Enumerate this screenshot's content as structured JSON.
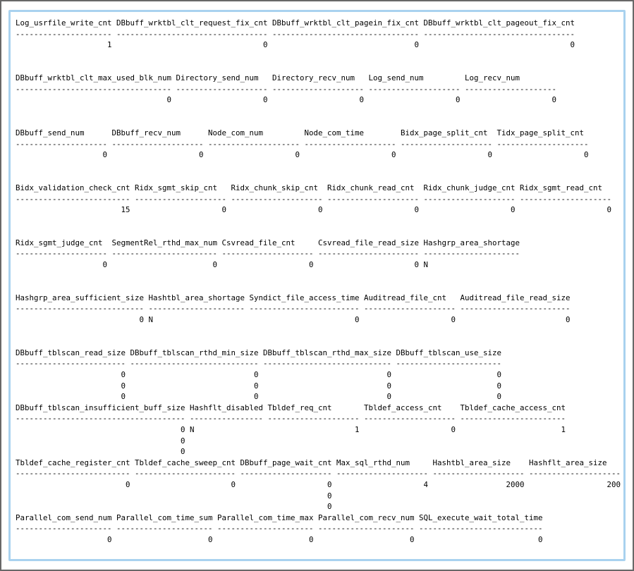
{
  "colors": {
    "window_border": "#686868",
    "console_border": "#a9d2ef",
    "background": "#ffffff",
    "text": "#000000"
  },
  "console": {
    "blocks": [
      {
        "columns": [
          {
            "name": "Log_usrfile_write_cnt",
            "width": 21,
            "values": [
              "1"
            ]
          },
          {
            "name": "DBbuff_wrktbl_clt_request_fix_cnt",
            "width": 33,
            "values": [
              "0"
            ]
          },
          {
            "name": "DBbuff_wrktbl_clt_pagein_fix_cnt",
            "width": 32,
            "values": [
              "0"
            ]
          },
          {
            "name": "DBbuff_wrktbl_clt_pageout_fix_cnt",
            "width": 33,
            "values": [
              "0"
            ]
          }
        ]
      },
      {
        "columns": [
          {
            "name": "DBbuff_wrktbl_clt_max_used_blk_num",
            "width": 34,
            "values": [
              "0"
            ]
          },
          {
            "name": "Directory_send_num",
            "width": 20,
            "values": [
              "0"
            ]
          },
          {
            "name": "Directory_recv_num",
            "width": 20,
            "values": [
              "0"
            ]
          },
          {
            "name": "Log_send_num",
            "width": 20,
            "values": [
              "0"
            ]
          },
          {
            "name": "Log_recv_num",
            "width": 20,
            "values": [
              "0"
            ]
          }
        ]
      },
      {
        "columns": [
          {
            "name": "DBbuff_send_num",
            "width": 20,
            "values": [
              "0"
            ]
          },
          {
            "name": "DBbuff_recv_num",
            "width": 20,
            "values": [
              "0"
            ]
          },
          {
            "name": "Node_com_num",
            "width": 20,
            "values": [
              "0"
            ]
          },
          {
            "name": "Node_com_time",
            "width": 20,
            "values": [
              "0"
            ]
          },
          {
            "name": "Bidx_page_split_cnt",
            "width": 20,
            "values": [
              "0"
            ]
          },
          {
            "name": "Tidx_page_split_cnt",
            "width": 20,
            "values": [
              "0"
            ]
          }
        ]
      },
      {
        "columns": [
          {
            "name": "Bidx_validation_check_cnt",
            "width": 25,
            "values": [
              "15"
            ]
          },
          {
            "name": "Ridx_sgmt_skip_cnt",
            "width": 20,
            "values": [
              "0"
            ]
          },
          {
            "name": "Ridx_chunk_skip_cnt",
            "width": 20,
            "values": [
              "0"
            ]
          },
          {
            "name": "Ridx_chunk_read_cnt",
            "width": 20,
            "values": [
              "0"
            ]
          },
          {
            "name": "Ridx_chunk_judge_cnt",
            "width": 20,
            "values": [
              "0"
            ]
          },
          {
            "name": "Ridx_sgmt_read_cnt",
            "width": 20,
            "values": [
              "0"
            ]
          }
        ]
      },
      {
        "columns": [
          {
            "name": "Ridx_sgmt_judge_cnt",
            "width": 20,
            "values": [
              "0"
            ]
          },
          {
            "name": "SegmentRel_rthd_max_num",
            "width": 23,
            "values": [
              "0"
            ]
          },
          {
            "name": "Csvread_file_cnt",
            "width": 20,
            "values": [
              "0"
            ]
          },
          {
            "name": "Csvread_file_read_size",
            "width": 22,
            "values": [
              "0"
            ]
          },
          {
            "name": "Hashgrp_area_shortage",
            "width": 21,
            "values": [
              "N"
            ]
          }
        ]
      },
      {
        "columns": [
          {
            "name": "Hashgrp_area_sufficient_size",
            "width": 28,
            "values": [
              "0"
            ]
          },
          {
            "name": "Hashtbl_area_shortage",
            "width": 21,
            "values": [
              "N"
            ]
          },
          {
            "name": "Syndict_file_access_time",
            "width": 24,
            "values": [
              "0"
            ]
          },
          {
            "name": "Auditread_file_cnt",
            "width": 20,
            "values": [
              "0"
            ]
          },
          {
            "name": "Auditread_file_read_size",
            "width": 24,
            "values": [
              "0"
            ]
          }
        ]
      },
      {
        "columns": [
          {
            "name": "DBbuff_tblscan_read_size",
            "width": 24,
            "values": [
              "0",
              "0",
              "0"
            ]
          },
          {
            "name": "DBbuff_tblscan_rthd_min_size",
            "width": 28,
            "values": [
              "0",
              "0",
              "0"
            ]
          },
          {
            "name": "DBbuff_tblscan_rthd_max_size",
            "width": 28,
            "values": [
              "0",
              "0",
              "0"
            ]
          },
          {
            "name": "DBbuff_tblscan_use_size",
            "width": 23,
            "values": [
              "0",
              "0",
              "0"
            ]
          }
        ]
      },
      {
        "columns": [
          {
            "name": "DBbuff_tblscan_insufficient_buff_size",
            "width": 37,
            "values": [
              "0",
              "0",
              "0"
            ]
          },
          {
            "name": "Hashflt_disabled",
            "width": 16,
            "values": [
              "N"
            ]
          },
          {
            "name": "Tbldef_req_cnt",
            "width": 20,
            "values": [
              "1"
            ]
          },
          {
            "name": "Tbldef_access_cnt",
            "width": 20,
            "values": [
              "0"
            ]
          },
          {
            "name": "Tbldef_cache_access_cnt",
            "width": 23,
            "values": [
              "1"
            ]
          }
        ]
      },
      {
        "columns": [
          {
            "name": "Tbldef_cache_register_cnt",
            "width": 25,
            "values": [
              "0"
            ]
          },
          {
            "name": "Tbldef_cache_sweep_cnt",
            "width": 22,
            "values": [
              "0"
            ]
          },
          {
            "name": "DBbuff_page_wait_cnt",
            "width": 20,
            "values": [
              "0",
              "0",
              "0"
            ]
          },
          {
            "name": "Max_sql_rthd_num",
            "width": 20,
            "values": [
              "4"
            ]
          },
          {
            "name": "Hashtbl_area_size",
            "width": 20,
            "values": [
              "2000"
            ]
          },
          {
            "name": "Hashflt_area_size",
            "width": 20,
            "values": [
              "200"
            ]
          }
        ]
      },
      {
        "columns": [
          {
            "name": "Parallel_com_send_num",
            "width": 21,
            "values": [
              "0"
            ]
          },
          {
            "name": "Parallel_com_time_sum",
            "width": 21,
            "values": [
              "0"
            ]
          },
          {
            "name": "Parallel_com_time_max",
            "width": 21,
            "values": [
              "0"
            ]
          },
          {
            "name": "Parallel_com_recv_num",
            "width": 21,
            "values": [
              "0"
            ]
          },
          {
            "name": "SQL_execute_wait_total_time",
            "width": 27,
            "values": [
              "0"
            ]
          }
        ]
      }
    ]
  }
}
